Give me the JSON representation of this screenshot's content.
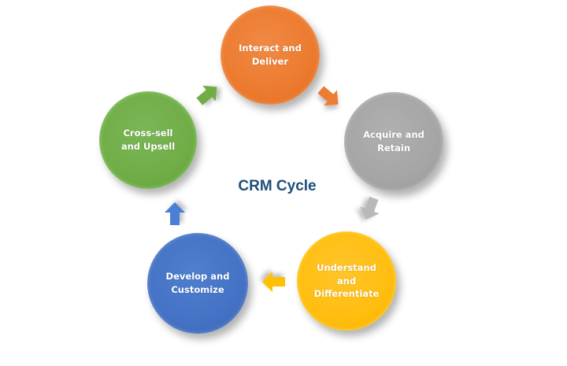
{
  "diagram": {
    "title": "CRM Cycle",
    "stages": [
      {
        "label": "Interact and\nDeliver",
        "color": "#ed7d31"
      },
      {
        "label": "Acquire and\nRetain",
        "color": "#a5a5a5"
      },
      {
        "label": "Understand\nand\nDifferentiate",
        "color": "#ffc000"
      },
      {
        "label": "Develop and\nCustomize",
        "color": "#4472c4"
      },
      {
        "label": "Cross-sell\nand Upsell",
        "color": "#70ad47"
      }
    ]
  }
}
